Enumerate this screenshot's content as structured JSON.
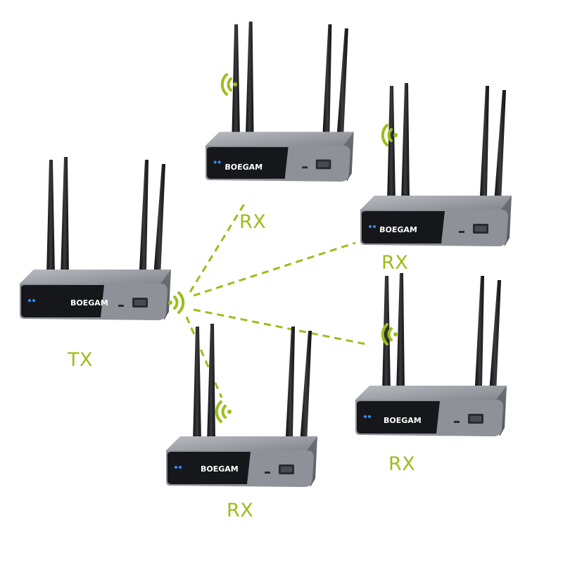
{
  "labels": {
    "tx": "TX",
    "rx": [
      "RX",
      "RX",
      "RX",
      "RX"
    ]
  },
  "brand": "BOEGAM",
  "icons": [
    "wireless-signal-icon",
    "router-device-icon"
  ],
  "colors": {
    "accent": "#9bbe1a",
    "device_body": "#8e9197",
    "device_front": "#16171a",
    "antenna": "#1c1c1e",
    "led": "#3a8dff"
  }
}
